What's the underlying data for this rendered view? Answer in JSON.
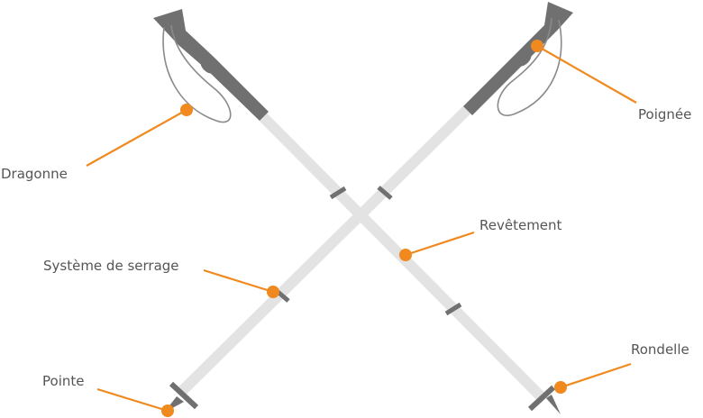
{
  "colors": {
    "shaft": "#e3e3e3",
    "grip": "#707070",
    "strap": "#8a8a8a",
    "accent": "#f0891e",
    "text": "#555555"
  },
  "labels": {
    "dragonne": "Dragonne",
    "poignee": "Poignée",
    "revetement": "Revêtement",
    "systeme": "Système de serrage",
    "pointe": "Pointe",
    "rondelle": "Rondelle"
  }
}
